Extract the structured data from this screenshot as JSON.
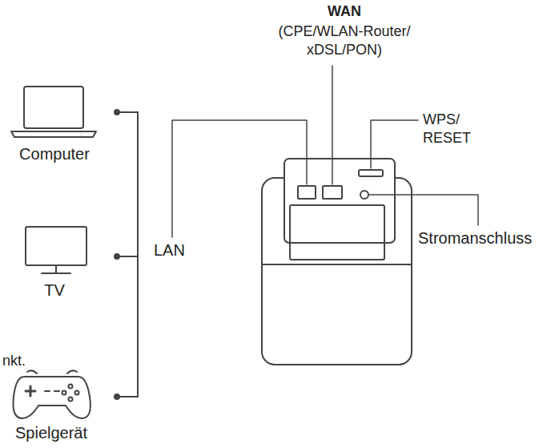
{
  "diagram": {
    "labels": [
      "WAN",
      "(CPE/WLAN-Router/ xDSL/PON)",
      "WPS/ RESET",
      "Computer",
      "LAN",
      "Stromanschluss",
      "TV",
      "nkt.",
      "Spielgerät"
    ]
  }
}
